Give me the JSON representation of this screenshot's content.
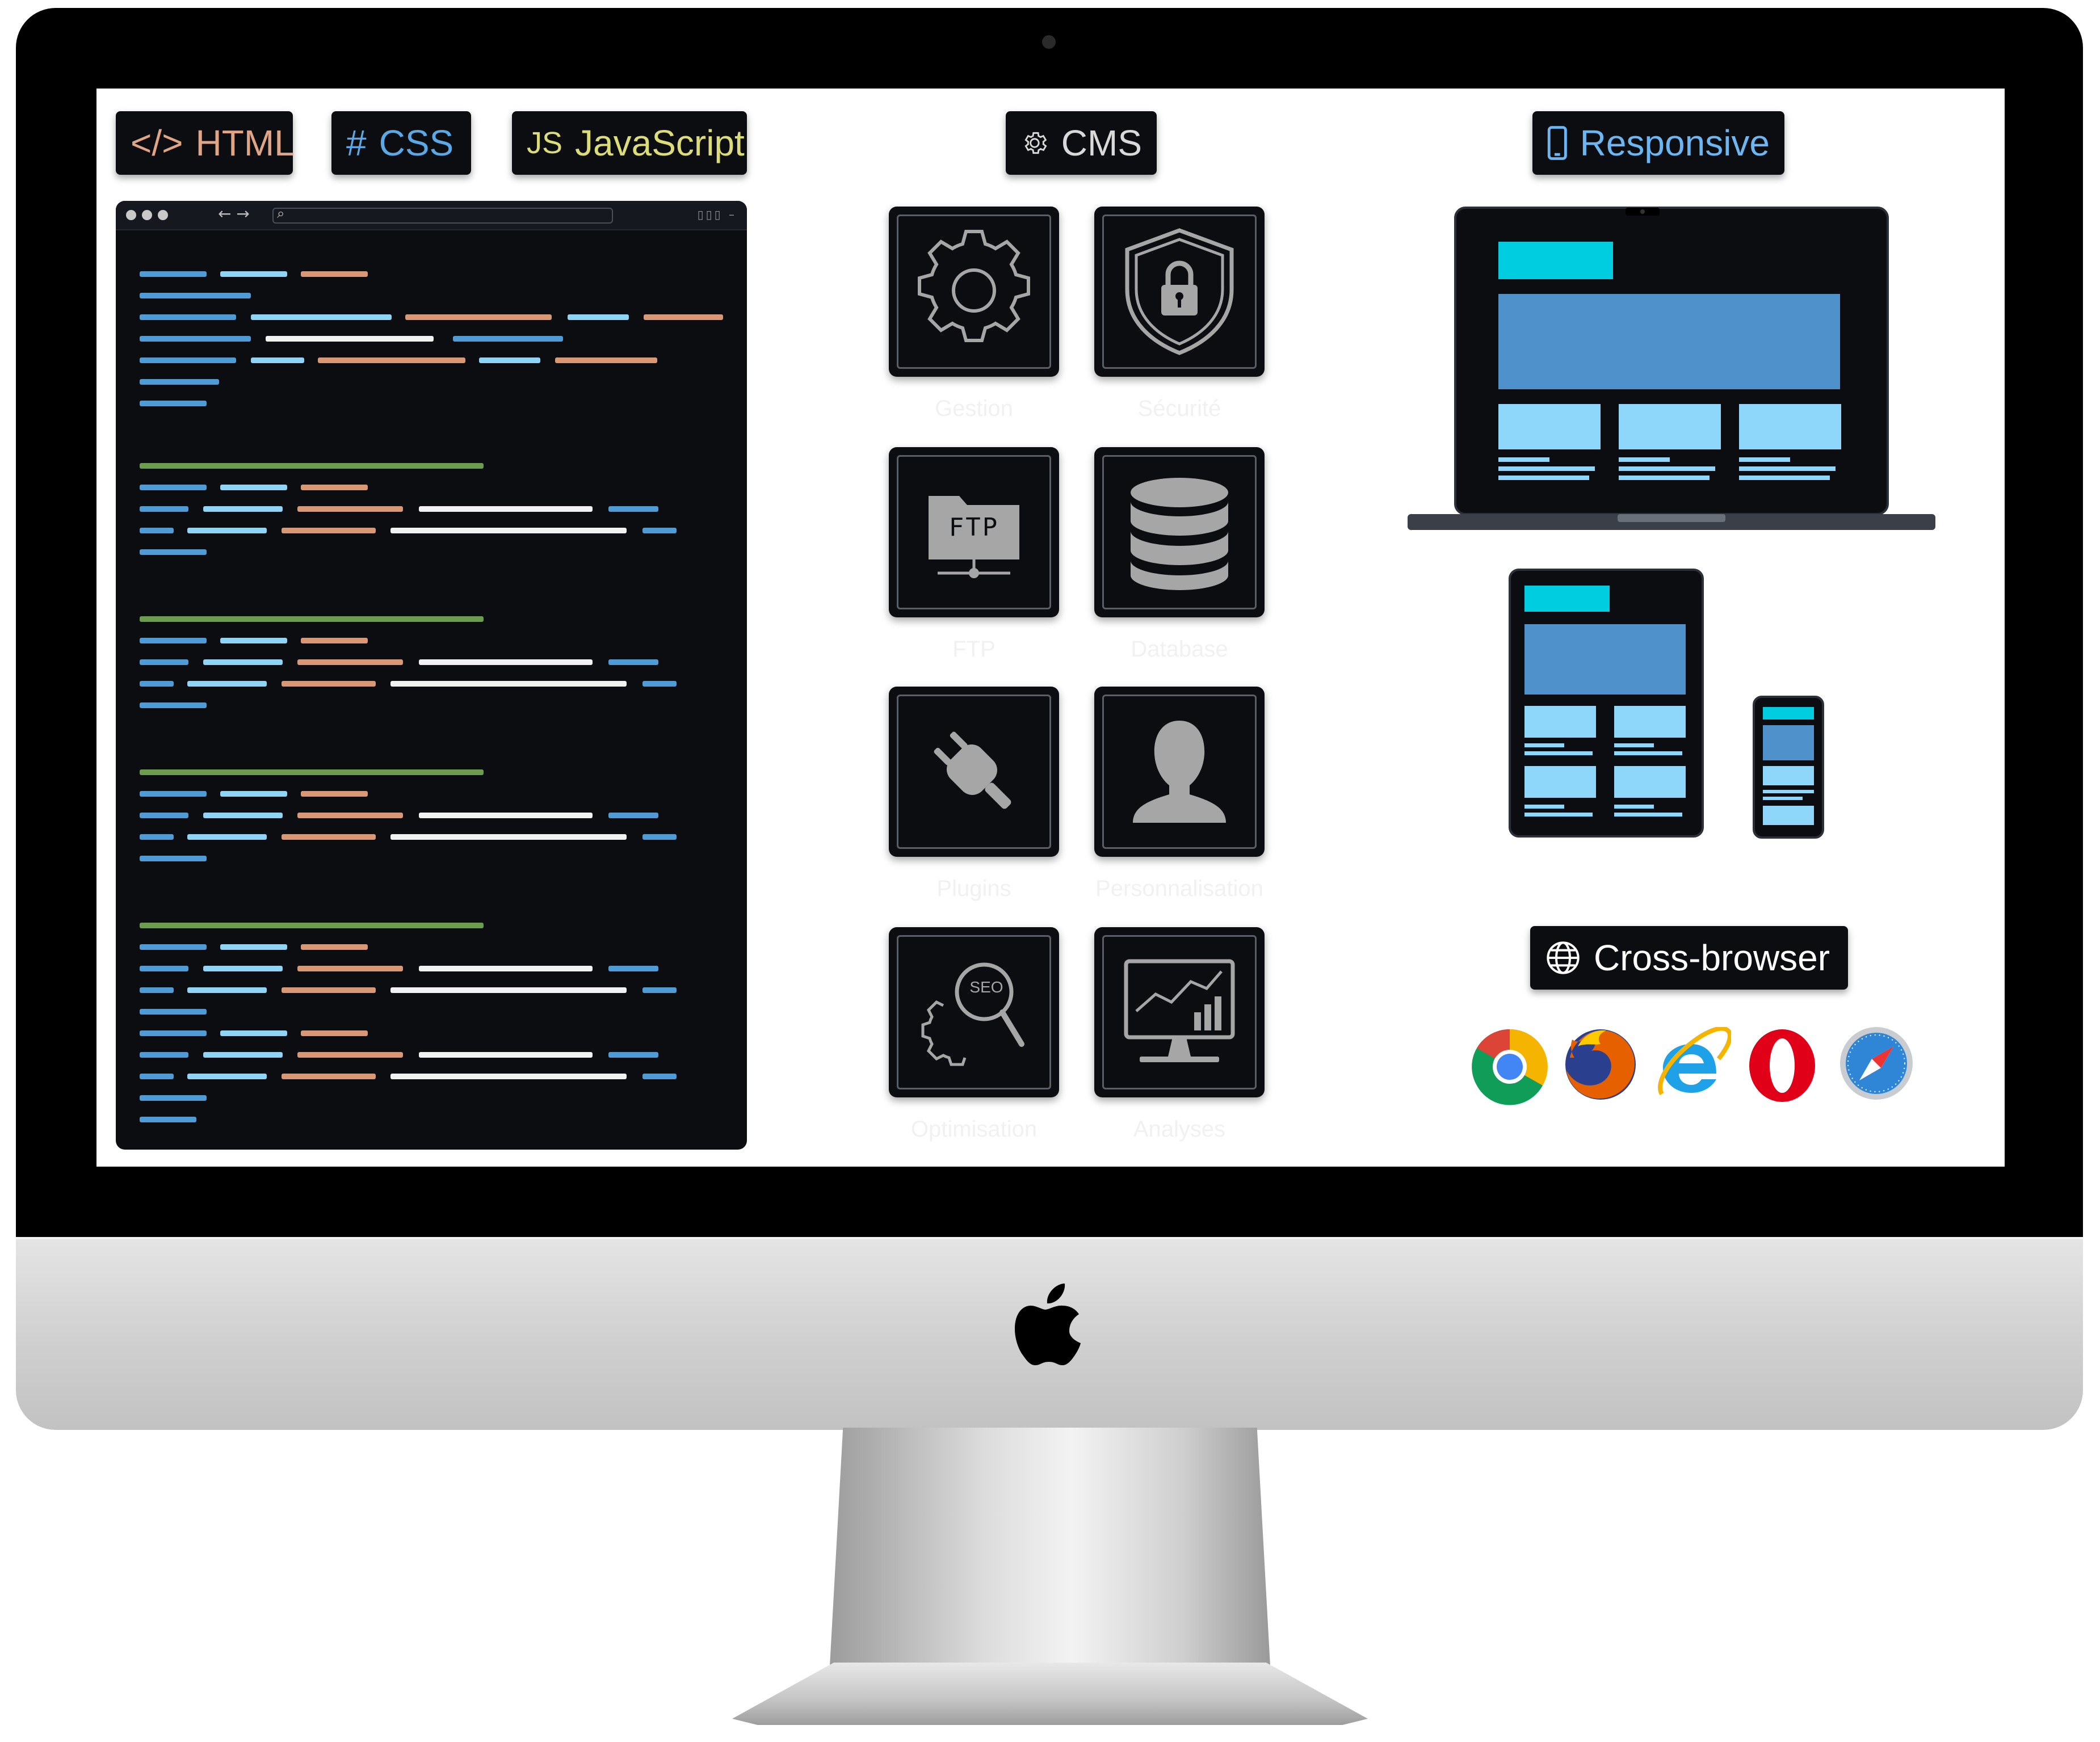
{
  "badges": {
    "html": {
      "glyph": "</>",
      "label": "HTML",
      "color": "#e0a584"
    },
    "css": {
      "glyph": "#",
      "label": "CSS",
      "color": "#5aa8e6"
    },
    "js": {
      "glyph": "JS",
      "label": "JavaScript",
      "color": "#dcdc78"
    },
    "cms": {
      "label": "CMS",
      "color": "#d9d9d9",
      "icon": "gear-icon"
    },
    "responsive": {
      "label": "Responsive",
      "color": "#6cb6f2",
      "icon": "phone-icon"
    },
    "cross_browser": {
      "label": "Cross-browser",
      "color": "#ffffff",
      "icon": "globe-icon"
    }
  },
  "editor": {
    "nav_arrows": "← →",
    "search_glyph": "⌕",
    "window_controls": "▯▯▯ –",
    "code_colors": {
      "blue": "#4f9bd6",
      "light_blue": "#8fd3f5",
      "orange": "#d89775",
      "white": "#f2f2f2",
      "green": "#6c9c4e"
    }
  },
  "cms_tiles": [
    {
      "label": "Gestion",
      "icon": "gear-icon"
    },
    {
      "label": "Sécurité",
      "icon": "shield-lock-icon"
    },
    {
      "label": "FTP",
      "icon": "ftp-folder-icon",
      "icon_text": "FTP"
    },
    {
      "label": "Database",
      "icon": "database-icon"
    },
    {
      "label": "Plugins",
      "icon": "plug-icon"
    },
    {
      "label": "Personnalisation",
      "icon": "user-silhouette-icon"
    },
    {
      "label": "Optimisation",
      "icon": "seo-magnifier-icon",
      "icon_text": "SEO"
    },
    {
      "label": "Analyses",
      "icon": "analytics-monitor-icon"
    }
  ],
  "browsers": [
    {
      "name": "chrome-icon"
    },
    {
      "name": "firefox-icon"
    },
    {
      "name": "internet-explorer-icon"
    },
    {
      "name": "opera-icon"
    },
    {
      "name": "safari-icon"
    }
  ],
  "colors": {
    "tile_icon": "#a6a6a6",
    "device_header": "#00cde0",
    "device_hero": "#4f92cb",
    "device_card": "#8fd6fb"
  }
}
